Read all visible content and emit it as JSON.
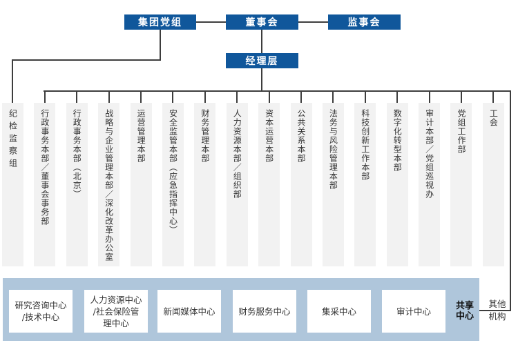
{
  "top_nodes": {
    "party_group": "集团党组",
    "board": "董事会",
    "supervisory_board": "监事会",
    "management": "经理层"
  },
  "departments": [
    "纪检监察组",
    "行政事务本部／董事会事务部",
    "行政事务本部（北京）",
    "战略与企业管理本部／深化改革办公室",
    "运营管理本部",
    "安全监管本部（应急指挥中心）",
    "财务管理本部",
    "人力资源本部／组织部",
    "资本运营本部",
    "公共关系本部",
    "法务与风险管理本部",
    "科技创新工作本部",
    "数字化转型本部",
    "审计本部／党组巡视办",
    "党组工作部",
    "工会"
  ],
  "centers": [
    "研究咨询中心\n/技术中心",
    "人力资源中心\n/社会保险管\n理中心",
    "新闻媒体中心",
    "财务服务中心",
    "集采中心",
    "审计中心"
  ],
  "shared_center": "共享\n中心",
  "other_org": {
    "line1": "其他",
    "line2": "机构"
  },
  "colors": {
    "node_blue": "#10579B",
    "band_blue": "#AFC6DB",
    "dept_gray": "#F2F2F2",
    "line": "#3D3D3D"
  }
}
